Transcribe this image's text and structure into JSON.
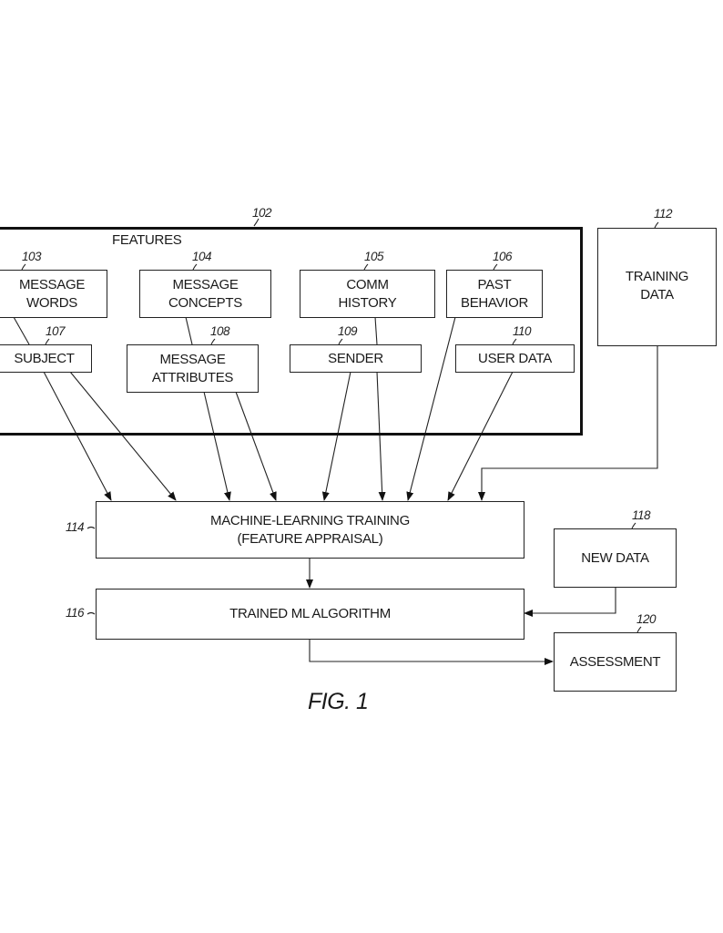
{
  "figure": {
    "caption": "FIG. 1",
    "features_group": {
      "ref": "102",
      "title": "FEATURES"
    },
    "feature_boxes": [
      {
        "ref": "103",
        "label": "MESSAGE\nWORDS"
      },
      {
        "ref": "104",
        "label": "MESSAGE\nCONCEPTS"
      },
      {
        "ref": "105",
        "label": "COMM\nHISTORY"
      },
      {
        "ref": "106",
        "label": "PAST\nBEHAVIOR"
      },
      {
        "ref": "107",
        "label": "SUBJECT"
      },
      {
        "ref": "108",
        "label": "MESSAGE\nATTRIBUTES"
      },
      {
        "ref": "109",
        "label": "SENDER"
      },
      {
        "ref": "110",
        "label": "USER DATA"
      }
    ],
    "training_data": {
      "ref": "112",
      "label": "TRAINING\nDATA"
    },
    "ml_training": {
      "ref": "114",
      "label": "MACHINE-LEARNING TRAINING\n(FEATURE APPRAISAL)"
    },
    "trained_ml": {
      "ref": "116",
      "label": "TRAINED ML ALGORITHM"
    },
    "new_data": {
      "ref": "118",
      "label": "NEW DATA"
    },
    "assessment": {
      "ref": "120",
      "label": "ASSESSMENT"
    }
  }
}
